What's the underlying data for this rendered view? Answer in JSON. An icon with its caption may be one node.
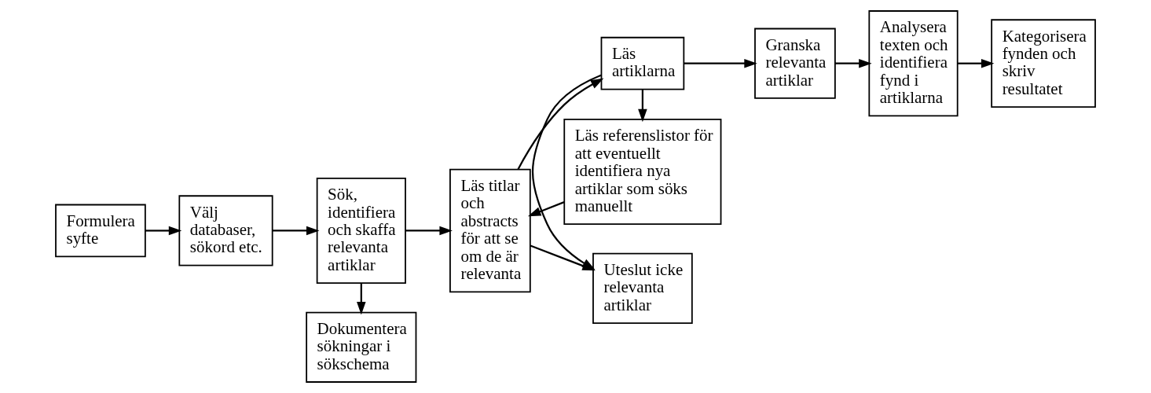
{
  "diagram": {
    "nodes": [
      {
        "text": [
          "Formulera syfte"
        ]
      },
      {
        "text": [
          "Välj databaser, sökord etc."
        ]
      },
      {
        "text": [
          "Sök, identifiera och skaffa relevanta artiklar"
        ]
      },
      {
        "text": [
          "Dokumentera sökningar i sökschema"
        ]
      },
      {
        "text": [
          "Läs titlar och abstracts för att se om de är relevanta"
        ]
      },
      {
        "text": [
          "Uteslut icke relevanta artiklar"
        ]
      },
      {
        "text": [
          "Läs artiklarna"
        ]
      },
      {
        "text": [
          "Läs referenslistor för att eventuellt identifiera nya artiklar som söks manuellt"
        ]
      },
      {
        "text": [
          "Granska relevanta artiklar"
        ]
      },
      {
        "text": [
          "Analysera texten och identifiera fynd i artiklarna"
        ]
      },
      {
        "text": [
          "Kategorisera fynden och skriv resultatet"
        ]
      }
    ],
    "edges": [
      {
        "from": 0,
        "to": 1,
        "arrow": "to"
      },
      {
        "from": 1,
        "to": 2,
        "arrow": "to"
      },
      {
        "from": 2,
        "to": 3,
        "arrow": "to"
      },
      {
        "from": 2,
        "to": 4,
        "arrow": "to"
      },
      {
        "from": 4,
        "to": 5,
        "arrow": "to"
      },
      {
        "from": 4,
        "to": 6,
        "arrow": "to"
      },
      {
        "from": 6,
        "to": 5,
        "arrow": "to"
      },
      {
        "from": 6,
        "to": 7,
        "arrow": "to"
      },
      {
        "from": 7,
        "to": 4,
        "arrow": "to"
      },
      {
        "from": 6,
        "to": 8,
        "arrow": "to"
      },
      {
        "from": 8,
        "to": 9,
        "arrow": "to"
      },
      {
        "from": 9,
        "to": 10,
        "arrow": "to"
      }
    ]
  }
}
